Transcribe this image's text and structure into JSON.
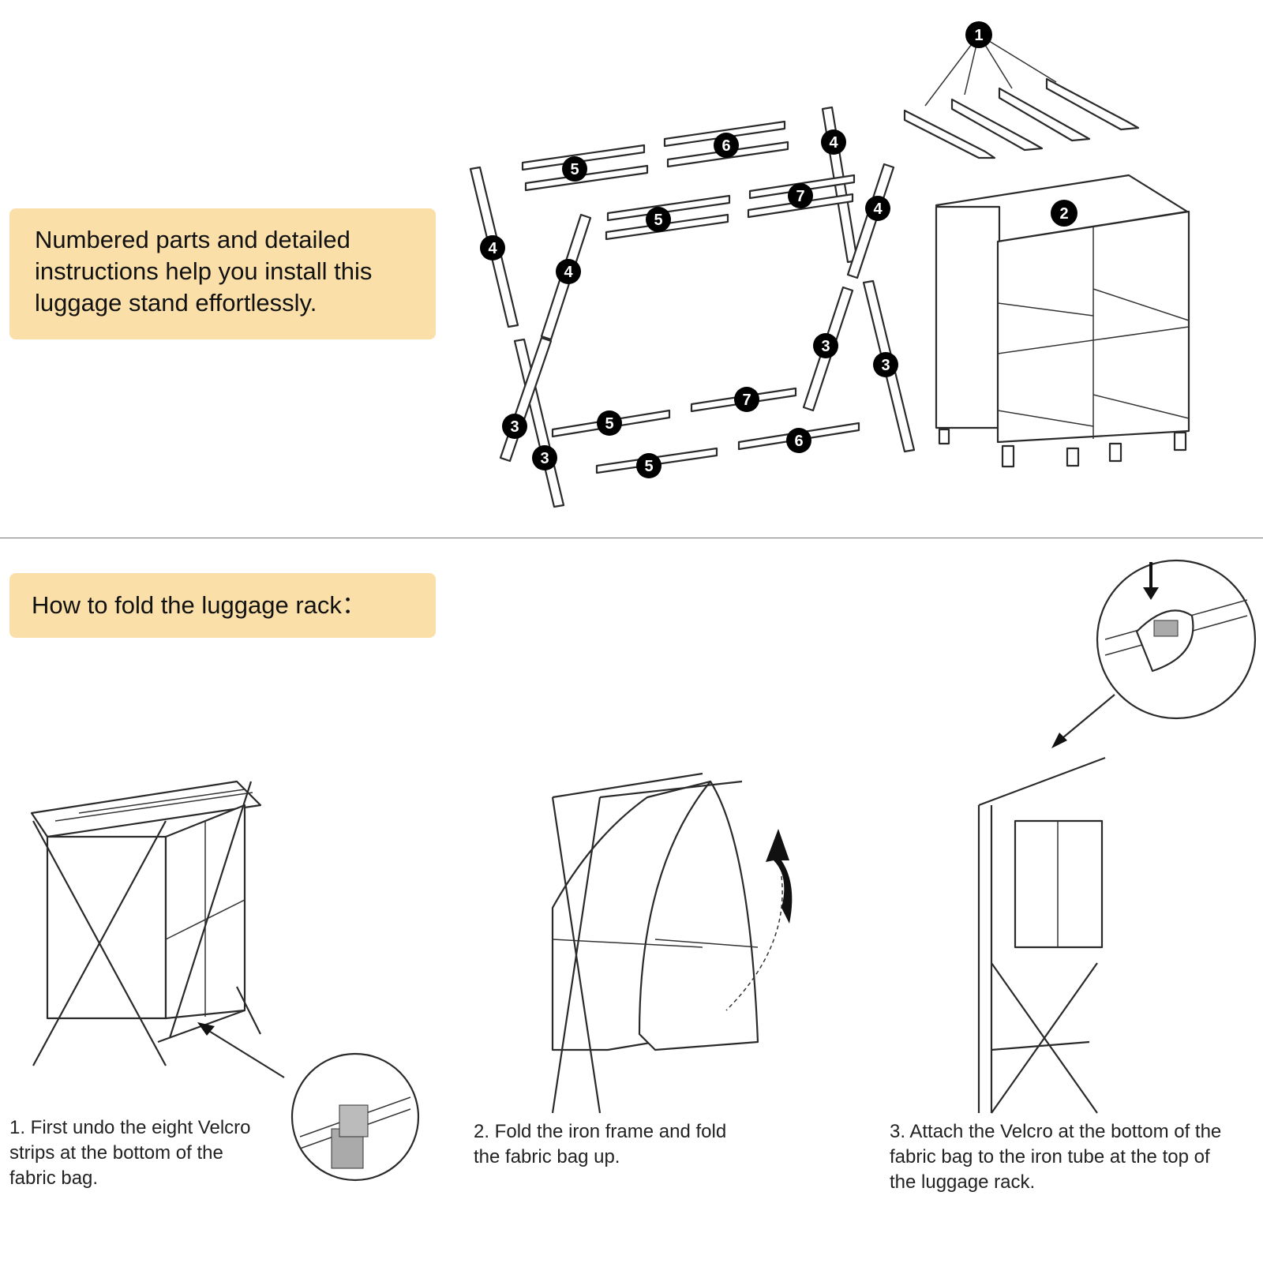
{
  "colors": {
    "callout_bg": "#fbdfa8",
    "line": "#2a2a2a",
    "badge": "#000000"
  },
  "intro": {
    "text": "Numbered parts and detailed\ninstructions help you install this\nluggage stand effortlessly."
  },
  "fold": {
    "heading": "How to fold the luggage rack："
  },
  "parts": {
    "badges": [
      "1",
      "2",
      "3",
      "4",
      "5",
      "6",
      "7"
    ]
  },
  "steps": [
    {
      "text": "1. First undo the eight Velcro\nstrips at the bottom of the\nfabric bag."
    },
    {
      "text": "2. Fold the iron frame and fold\nthe fabric bag up."
    },
    {
      "text": "3. Attach the Velcro at the bottom of the\nfabric bag to the iron tube at the top of\nthe luggage rack."
    }
  ],
  "icons": [
    "arrow-icon",
    "magnifier-icon",
    "velcro-icon",
    "curved-arrow-icon"
  ]
}
